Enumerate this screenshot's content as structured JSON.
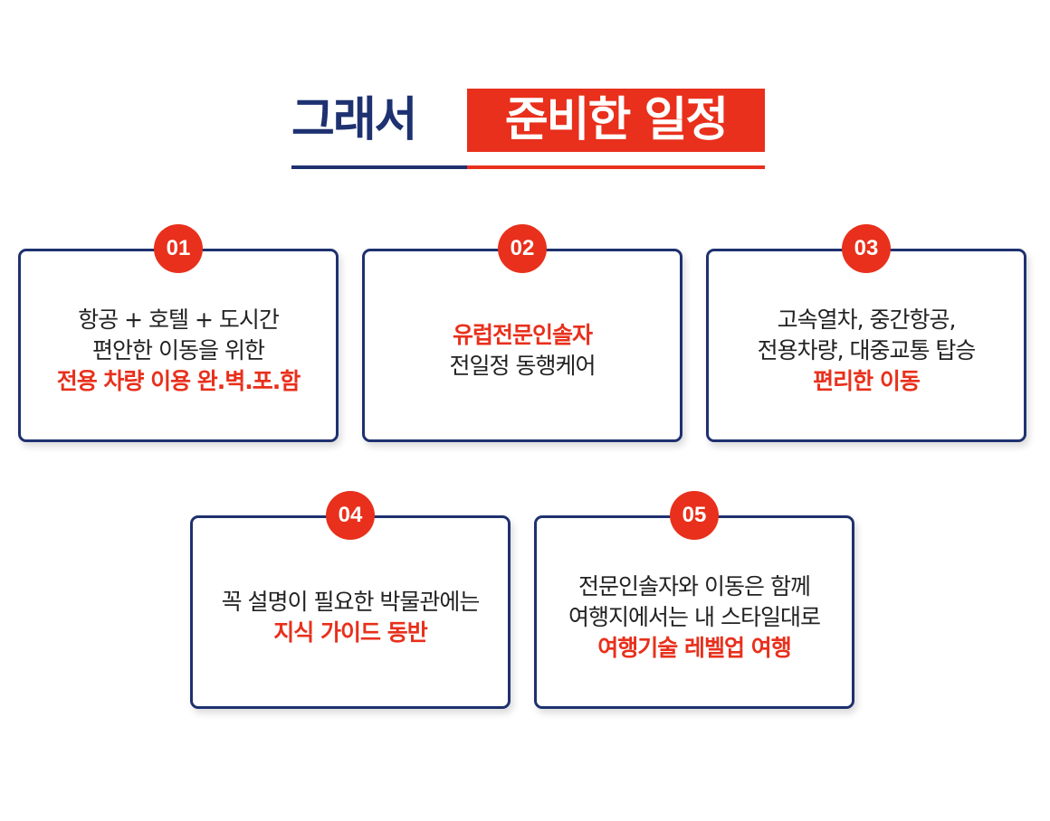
{
  "title": {
    "part1": "그래서",
    "part2": "준비한 일정"
  },
  "colors": {
    "navy": "#1e3170",
    "red": "#e8301c"
  },
  "cards": [
    {
      "number": "01",
      "lines": [
        {
          "text": "항공 + 호텔 + 도시간",
          "highlight": false
        },
        {
          "text": "편안한 이동을 위한",
          "highlight": false
        },
        {
          "text": "전용 차량 이용 완.벽.포.함",
          "highlight": true
        }
      ]
    },
    {
      "number": "02",
      "lines": [
        {
          "text": "유럽전문인솔자",
          "highlight": true
        },
        {
          "text": "전일정 동행케어",
          "highlight": false
        }
      ]
    },
    {
      "number": "03",
      "lines": [
        {
          "text": "고속열차, 중간항공,",
          "highlight": false
        },
        {
          "text": "전용차량, 대중교통 탑승",
          "highlight": false
        },
        {
          "text": "편리한 이동",
          "highlight": true
        }
      ]
    },
    {
      "number": "04",
      "lines": [
        {
          "text": "꼭 설명이 필요한 박물관에는",
          "highlight": false
        },
        {
          "text": "지식 가이드 동반",
          "highlight": true
        }
      ]
    },
    {
      "number": "05",
      "lines": [
        {
          "text": "전문인솔자와 이동은 함께",
          "highlight": false
        },
        {
          "text": "여행지에서는 내 스타일대로",
          "highlight": false
        },
        {
          "text": "여행기술 레벨업 여행",
          "highlight": true
        }
      ]
    }
  ]
}
